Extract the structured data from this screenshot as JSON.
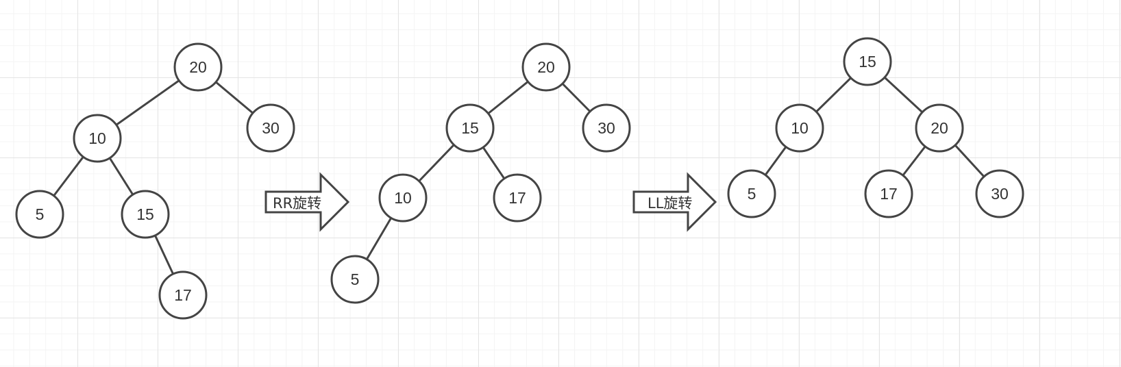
{
  "colors": {
    "stroke": "#444444",
    "text": "#333333",
    "grid": "#e4e4e4",
    "background": "#ffffff"
  },
  "trees": [
    {
      "nodes": [
        {
          "id": "a20",
          "label": "20"
        },
        {
          "id": "a10",
          "label": "10"
        },
        {
          "id": "a30",
          "label": "30"
        },
        {
          "id": "a5",
          "label": "5"
        },
        {
          "id": "a15",
          "label": "15"
        },
        {
          "id": "a17",
          "label": "17"
        }
      ],
      "edges": [
        [
          "a20",
          "a10"
        ],
        [
          "a20",
          "a30"
        ],
        [
          "a10",
          "a5"
        ],
        [
          "a10",
          "a15"
        ],
        [
          "a15",
          "a17"
        ]
      ]
    },
    {
      "nodes": [
        {
          "id": "b20",
          "label": "20"
        },
        {
          "id": "b15",
          "label": "15"
        },
        {
          "id": "b30",
          "label": "30"
        },
        {
          "id": "b10",
          "label": "10"
        },
        {
          "id": "b17",
          "label": "17"
        },
        {
          "id": "b5",
          "label": "5"
        }
      ],
      "edges": [
        [
          "b20",
          "b15"
        ],
        [
          "b20",
          "b30"
        ],
        [
          "b15",
          "b10"
        ],
        [
          "b15",
          "b17"
        ],
        [
          "b10",
          "b5"
        ]
      ]
    },
    {
      "nodes": [
        {
          "id": "c15",
          "label": "15"
        },
        {
          "id": "c10",
          "label": "10"
        },
        {
          "id": "c20",
          "label": "20"
        },
        {
          "id": "c5",
          "label": "5"
        },
        {
          "id": "c17",
          "label": "17"
        },
        {
          "id": "c30",
          "label": "30"
        }
      ],
      "edges": [
        [
          "c15",
          "c10"
        ],
        [
          "c15",
          "c20"
        ],
        [
          "c10",
          "c5"
        ],
        [
          "c20",
          "c17"
        ],
        [
          "c20",
          "c30"
        ]
      ]
    }
  ],
  "arrows": [
    {
      "id": "rr",
      "label": "RR旋转"
    },
    {
      "id": "ll",
      "label": "LL旋转"
    }
  ]
}
